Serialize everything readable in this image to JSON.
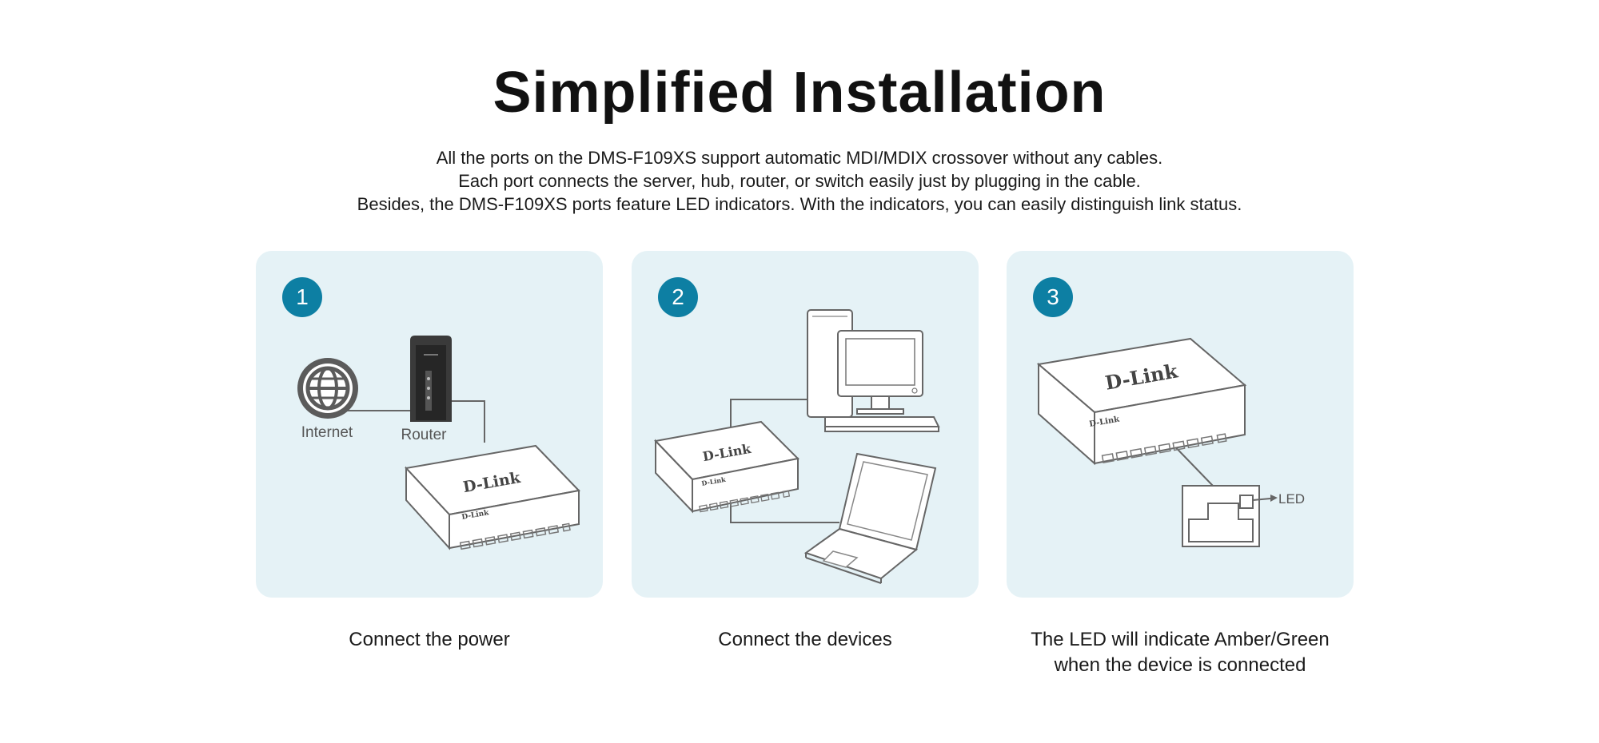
{
  "title": "Simplified Installation",
  "description": [
    "All the ports on the DMS-F109XS support automatic MDI/MDIX crossover without any cables.",
    "Each port connects the server, hub, router, or switch easily just by plugging in the cable.",
    "Besides, the DMS-F109XS ports feature LED indicators. With the indicators, you can easily distinguish link status."
  ],
  "steps": [
    {
      "number": "1",
      "caption_lines": [
        "Connect the power"
      ],
      "labels": {
        "internet": "Internet",
        "router": "Router",
        "brand": "D-Link",
        "brand_small": "D-Link"
      }
    },
    {
      "number": "2",
      "caption_lines": [
        "Connect the devices"
      ],
      "labels": {
        "brand": "D-Link",
        "brand_small": "D-Link"
      }
    },
    {
      "number": "3",
      "caption_lines": [
        "The LED will indicate Amber/Green",
        "when the device is connected"
      ],
      "labels": {
        "brand": "D-Link",
        "brand_small": "D-Link",
        "led": "LED"
      }
    }
  ],
  "colors": {
    "badge": "#0d7fa3",
    "panel_bg": "#e5f2f6",
    "line_art": "#555555"
  }
}
